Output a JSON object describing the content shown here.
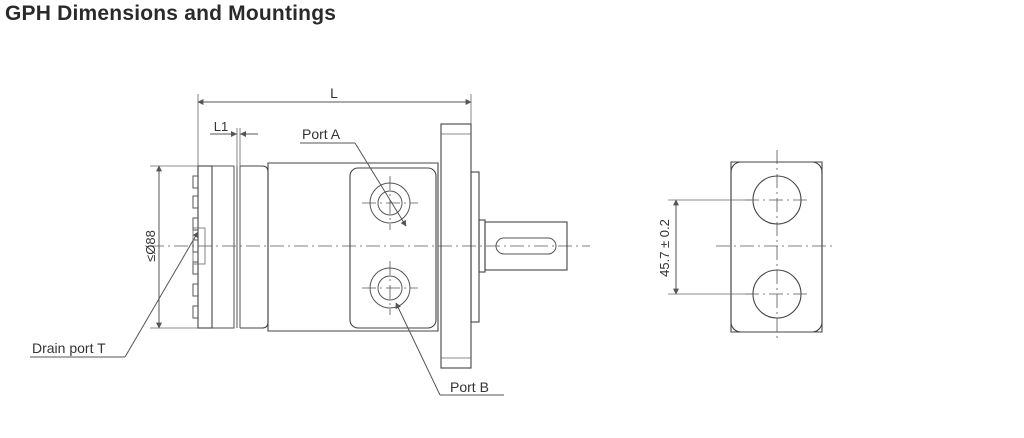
{
  "title": "GPH Dimensions and Mountings",
  "labels": {
    "length": "L",
    "length1": "L1",
    "port_a": "Port A",
    "port_b": "Port B",
    "drain": "Drain port T",
    "diameter": "≤Ø88",
    "spacing": "45.7 ± 0.2"
  },
  "colors": {
    "line": "#555555",
    "text": "#333333"
  }
}
